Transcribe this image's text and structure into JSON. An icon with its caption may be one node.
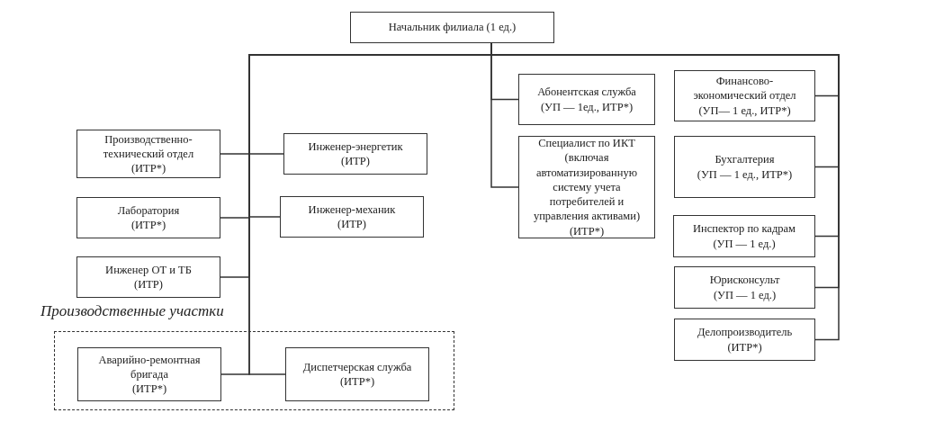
{
  "diagram": {
    "nodes": [
      {
        "text": [
          "Начальник филиала (1 ед.)"
        ]
      },
      {
        "text": [
          "Производственно-технический отдел",
          "(ИТР*)"
        ]
      },
      {
        "text": [
          "Инженер-энергетик",
          "(ИТР)"
        ]
      },
      {
        "text": [
          "Лаборатория",
          "(ИТР*)"
        ]
      },
      {
        "text": [
          "Инженер-механик",
          "(ИТР)"
        ]
      },
      {
        "text": [
          "Инженер ОТ и ТБ",
          "(ИТР)"
        ]
      },
      {
        "text": [
          "Производственные участки"
        ]
      },
      {
        "text": [
          "Аварийно-ремонтная бригада",
          "(ИТР*)"
        ],
        "in": 6
      },
      {
        "text": [
          "Диспетчерская служба",
          "(ИТР*)"
        ],
        "in": 6
      },
      {
        "text": [
          "Абонентская служба",
          "(УП — 1ед., ИТР*)"
        ]
      },
      {
        "text": [
          "Специалист по ИКТ",
          "(включая автоматизированную систему учета потребителей и управления активами)",
          "(ИТР*)"
        ]
      },
      {
        "text": [
          "Финансово-экономический отдел",
          "(УП— 1 ед., ИТР*)"
        ]
      },
      {
        "text": [
          "Бухгалтерия",
          "(УП — 1 ед., ИТР*)"
        ]
      },
      {
        "text": [
          "Инспектор по кадрам",
          "(УП — 1 ед.)"
        ]
      },
      {
        "text": [
          "Юрисконсульт",
          "(УП — 1 ед.)"
        ]
      },
      {
        "text": [
          "Делопроизводитель",
          "(ИТР*)"
        ]
      }
    ],
    "edges": [
      {
        "from": 0,
        "to": 1,
        "arrow": "none"
      },
      {
        "from": 0,
        "to": 2,
        "arrow": "none"
      },
      {
        "from": 0,
        "to": 3,
        "arrow": "none"
      },
      {
        "from": 0,
        "to": 4,
        "arrow": "none"
      },
      {
        "from": 0,
        "to": 5,
        "arrow": "none"
      },
      {
        "from": 0,
        "to": 7,
        "arrow": "none"
      },
      {
        "from": 0,
        "to": 8,
        "arrow": "none"
      },
      {
        "from": 0,
        "to": 9,
        "arrow": "none"
      },
      {
        "from": 0,
        "to": 10,
        "arrow": "none"
      },
      {
        "from": 0,
        "to": 11,
        "arrow": "none"
      },
      {
        "from": 0,
        "to": 12,
        "arrow": "none"
      },
      {
        "from": 0,
        "to": 13,
        "arrow": "none"
      },
      {
        "from": 0,
        "to": 14,
        "arrow": "none"
      },
      {
        "from": 0,
        "to": 15,
        "arrow": "none"
      }
    ]
  }
}
